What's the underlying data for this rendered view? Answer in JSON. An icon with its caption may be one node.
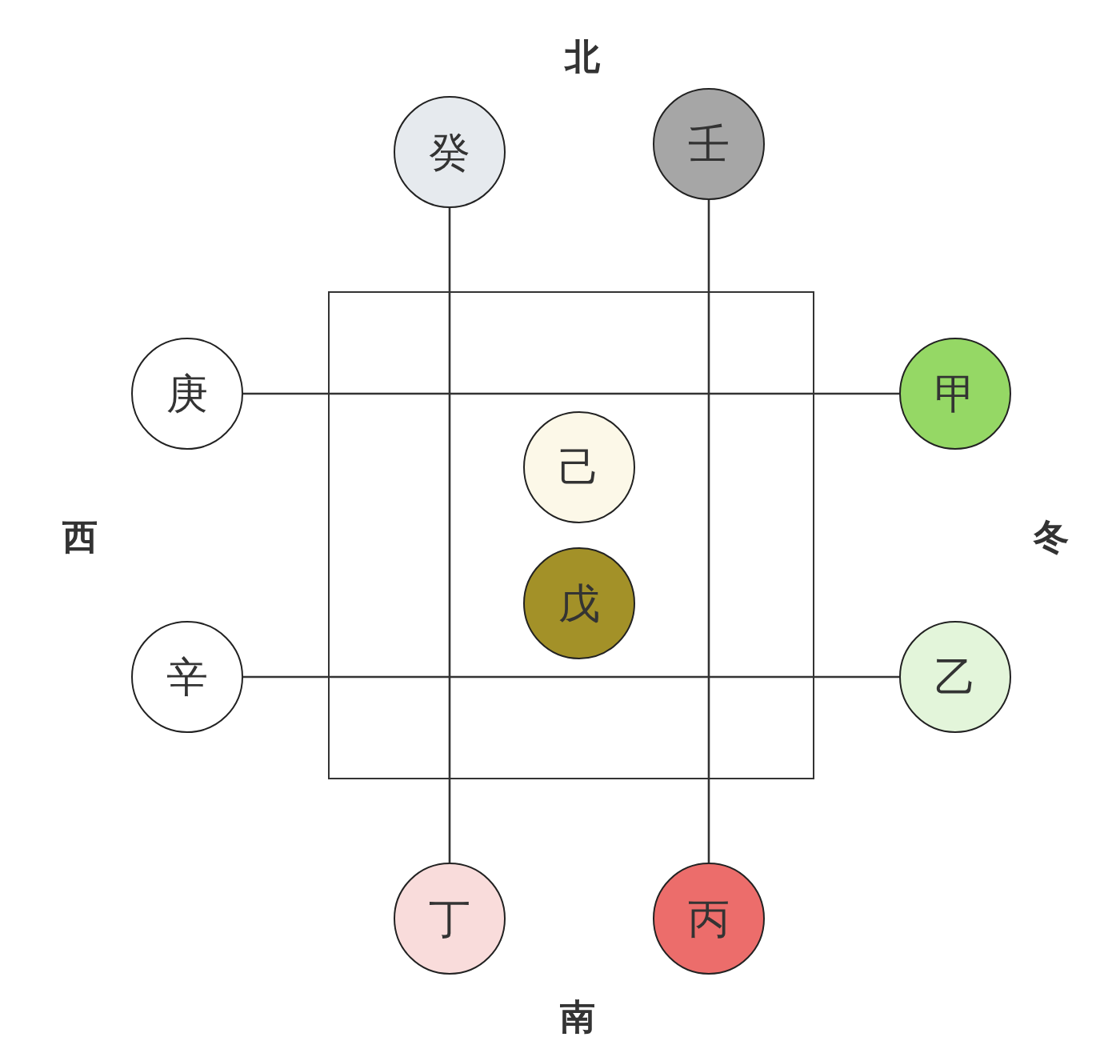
{
  "diagram": {
    "nodes": [
      {
        "text": [
          "癸"
        ]
      },
      {
        "text": [
          "壬"
        ]
      },
      {
        "text": [],
        "shape": "box"
      },
      {
        "text": [
          "庚"
        ]
      },
      {
        "text": [
          "甲"
        ]
      },
      {
        "text": [
          "己"
        ],
        "in": 2
      },
      {
        "text": [
          "戊"
        ],
        "in": 2
      },
      {
        "text": [
          "辛"
        ]
      },
      {
        "text": [
          "乙"
        ]
      },
      {
        "text": [
          "丁"
        ]
      },
      {
        "text": [
          "丙"
        ]
      }
    ],
    "edges": [
      {
        "from": 0,
        "to": 9,
        "arrow": "none"
      },
      {
        "from": 1,
        "to": 10,
        "arrow": "none"
      },
      {
        "from": 3,
        "to": 4,
        "arrow": "none"
      },
      {
        "from": 7,
        "to": 8,
        "arrow": "none"
      }
    ],
    "labels": [
      "北",
      "西",
      "冬",
      "南"
    ]
  }
}
